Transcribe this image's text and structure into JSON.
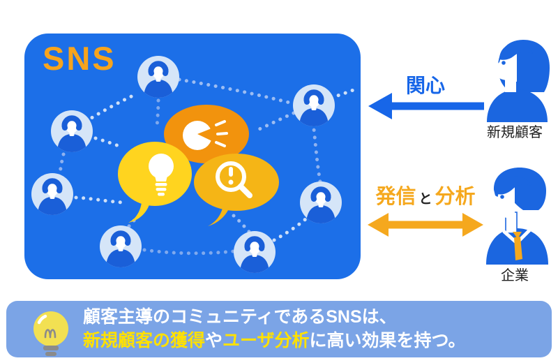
{
  "sns": {
    "title": "SNS"
  },
  "flows": {
    "interest_label": "関心",
    "send_label": "発信",
    "and_label": "と",
    "analyze_label": "分析"
  },
  "actors": {
    "new_customer_label": "新規顧客",
    "company_label": "企業"
  },
  "banner": {
    "line1": "顧客主導のコミュニティであるSNSは、",
    "line2": [
      {
        "text": "新規顧客の獲得",
        "highlight": true
      },
      {
        "text": "や",
        "highlight": false
      },
      {
        "text": "ユーザ分析",
        "highlight": true
      },
      {
        "text": "に高い効果を持つ。",
        "highlight": false
      }
    ]
  },
  "icons": {
    "avatar": "user-avatar-icon",
    "shout_bubble": "shout-speech-bubble-icon",
    "idea_bubble": "lightbulb-speech-bubble-icon",
    "search_bubble": "search-alert-speech-bubble-icon",
    "banner_bulb": "lightbulb-icon",
    "interest_arrow": "left-arrow-icon",
    "send_analyze_arrow": "double-arrow-icon"
  },
  "colors": {
    "sns_box": "#1C6FE8",
    "sns_title": "#F7A41D",
    "avatar_bg": "#D5E5F8",
    "avatar_person": "#1A5FD8",
    "bubble_orange": "#F2930D",
    "bubble_yellow": "#FFD41F",
    "bubble_amber": "#F5B516",
    "arrow_blue": "#1766E8",
    "arrow_orange": "#F5A81E",
    "banner_bg": "#7BA4E6",
    "banner_highlight": "#FFE100",
    "figure_blue": "#1B66E0",
    "text_dark": "#1F1F1F"
  }
}
